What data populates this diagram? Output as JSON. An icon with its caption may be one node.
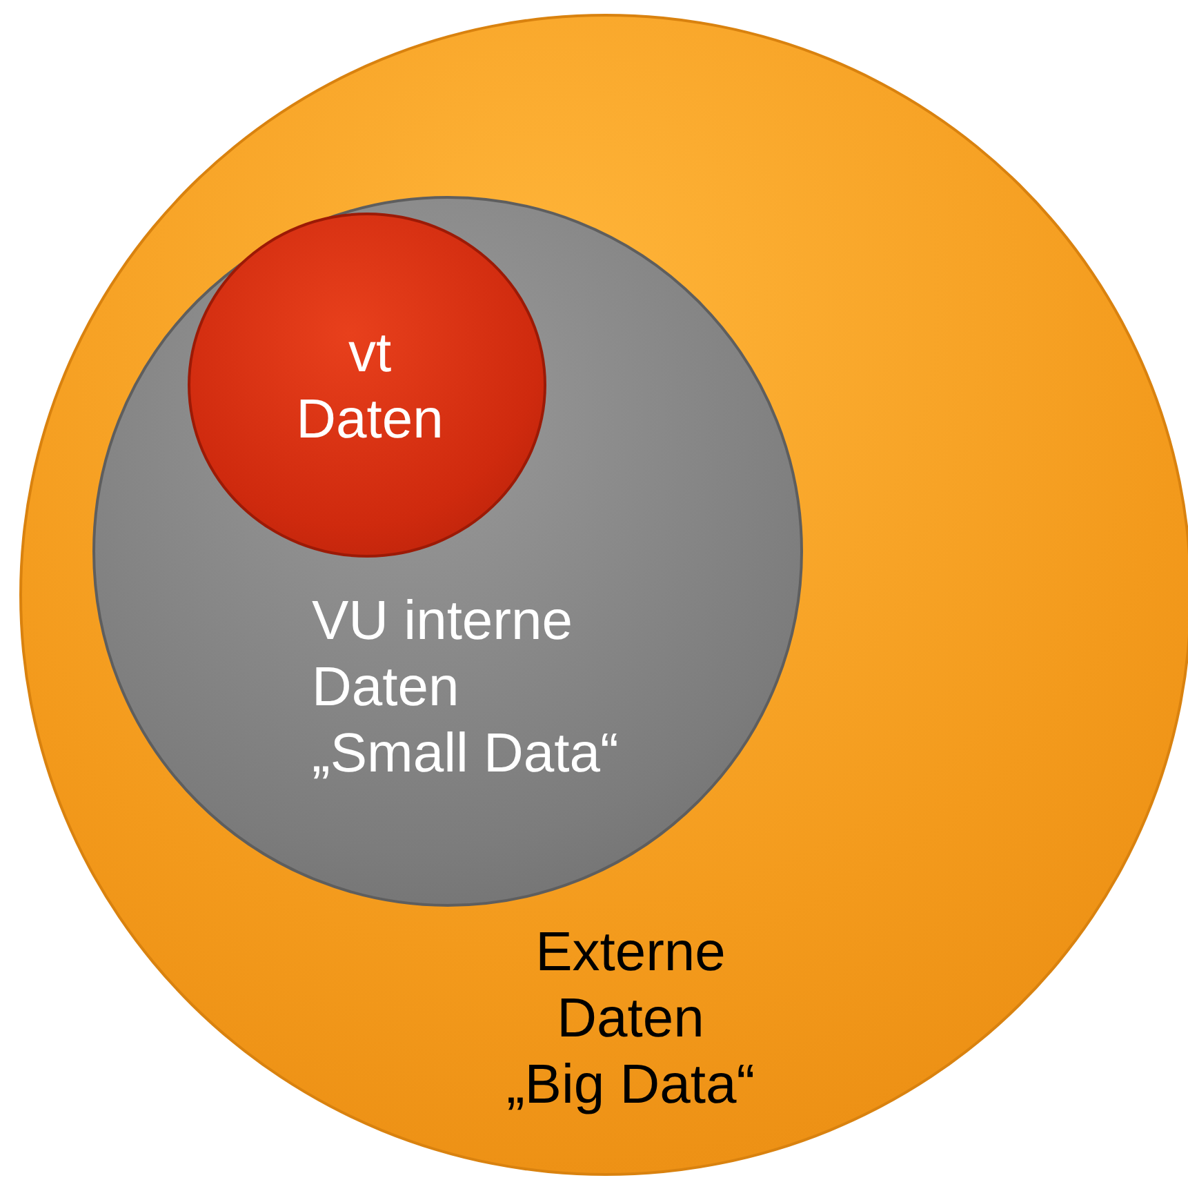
{
  "diagram": {
    "nodes": [
      {
        "text": [
          "Externe Daten „Big Data“"
        ]
      },
      {
        "text": [
          "VU interne Daten „Small Data“"
        ],
        "in": 0
      },
      {
        "text": [
          "vt Daten"
        ],
        "in": 1
      }
    ]
  }
}
